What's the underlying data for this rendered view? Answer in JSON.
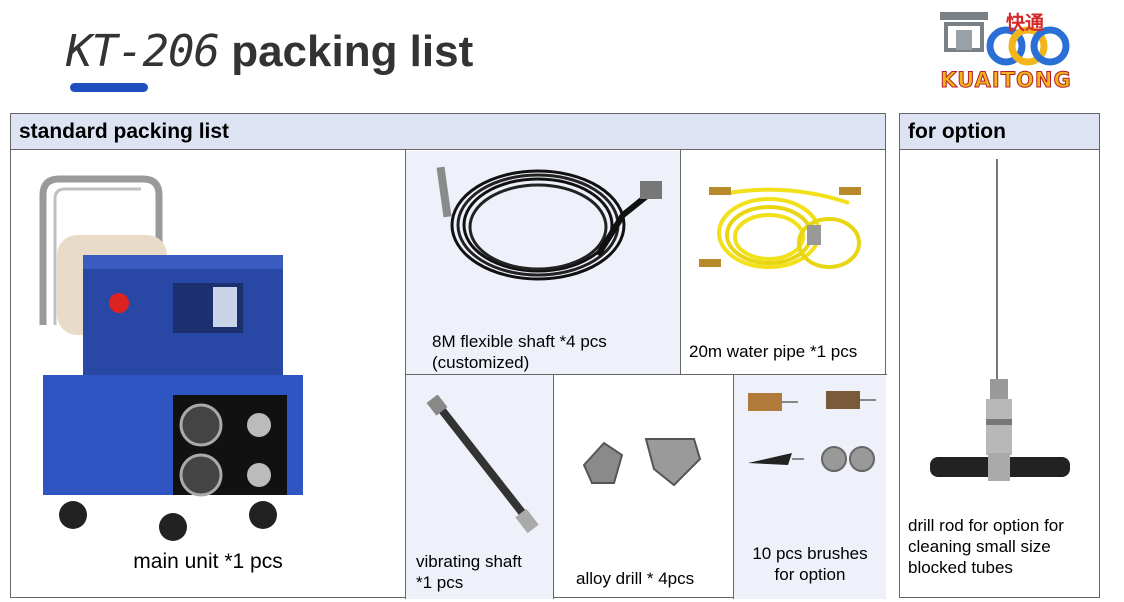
{
  "title": {
    "model": "KT-206",
    "text": "packing list"
  },
  "logo": {
    "brand": "KUAITONG",
    "chinese": "快通"
  },
  "standard": {
    "header": "standard packing list",
    "items": [
      {
        "caption": "main unit *1 pcs"
      },
      {
        "caption_line1": "8M flexible shaft *4 pcs",
        "caption_line2": "(customized)"
      },
      {
        "caption": "20m water pipe *1 pcs"
      },
      {
        "caption_line1": "vibrating shaft",
        "caption_line2": "*1 pcs"
      },
      {
        "caption": "alloy drill * 4pcs"
      },
      {
        "caption_line1": "10 pcs brushes",
        "caption_line2": "for option"
      }
    ]
  },
  "option": {
    "header": "for option",
    "caption_line1": "drill rod for option for",
    "caption_line2": "cleaning small size",
    "caption_line3": "blocked tubes"
  }
}
